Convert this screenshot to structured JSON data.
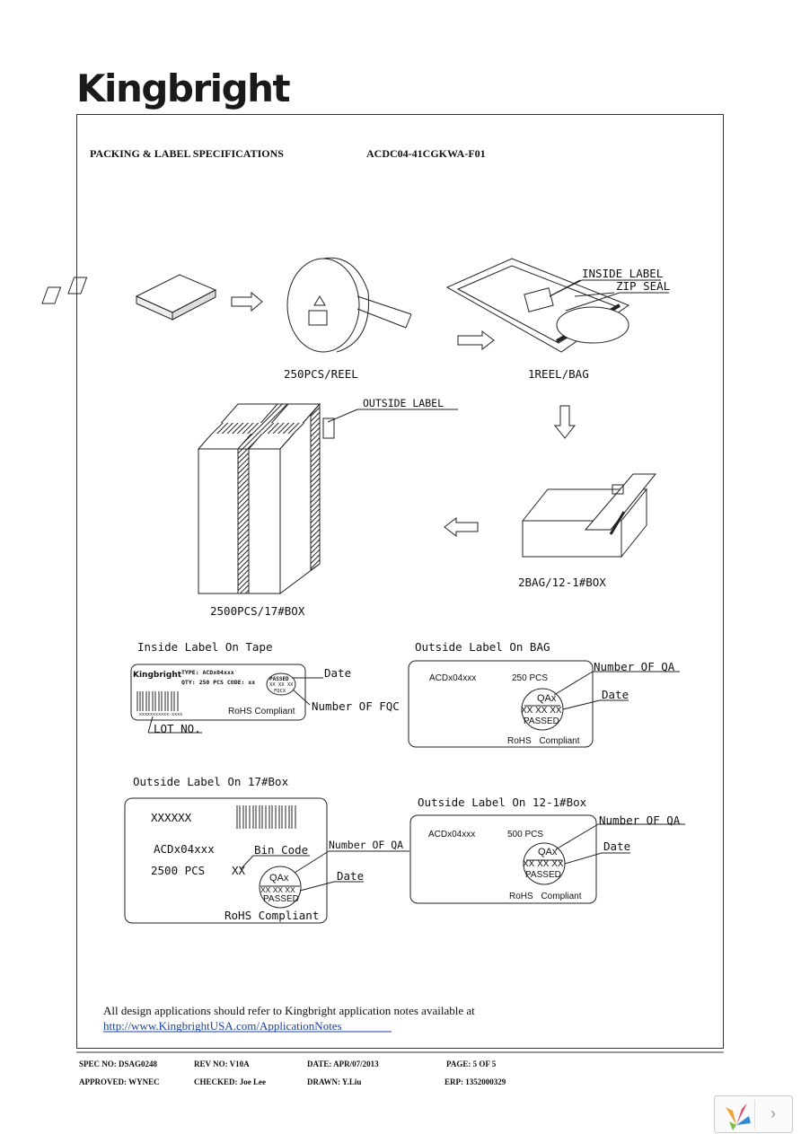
{
  "brand": {
    "logo_text": "Kingbright"
  },
  "header": {
    "section_title": "PACKING & LABEL SPECIFICATIONS",
    "part_number": "ACDC04-41CGKWA-F01"
  },
  "diagram": {
    "reel_caption": "250PCS/REEL",
    "bag_caption": "1REEL/BAG",
    "inside_label": "INSIDE LABEL",
    "zip_seal": "ZIP SEAL",
    "outside_label": "OUTSIDE LABEL",
    "box17_caption": "2500PCS/17#BOX",
    "box12_caption": "2BAG/12-1#BOX"
  },
  "labels": {
    "tape": {
      "title": "Inside Label On Tape",
      "brand": "Kingbright",
      "type": "TYPE: ACDx04xxx",
      "qty": "QTY: 250 PCS   CODE: xx",
      "passed": "PASSED",
      "xx": "XX XX XX",
      "fqcx": "FQCX",
      "lot_code": "xxxxxxxxxxx-xxxx",
      "rohs": "RoHS Compliant",
      "date": "Date",
      "number_fqc": "Number OF FQC",
      "lot_no": "LOT NO."
    },
    "bag": {
      "title": "Outside Label On BAG",
      "part": "ACDx04xxx",
      "qty": "250 PCS",
      "qa": "QAx",
      "xx": "XX XX XX",
      "passed": "PASSED",
      "rohs": "RoHS Compliant",
      "number_qa": "Number OF QA",
      "date": "Date"
    },
    "box17": {
      "title": "Outside Label On 17#Box",
      "code": "XXXXXX",
      "part": "ACDx04xxx",
      "qty": "2500 PCS",
      "bin_code": "Bin Code",
      "bin_xx": "XX",
      "qa": "QAx",
      "xx": "XX XX XX",
      "passed": "PASSED",
      "rohs": "RoHS Compliant",
      "number_qa": "Number OF QA",
      "date": "Date"
    },
    "box12": {
      "title": "Outside Label On 12-1#Box",
      "part": "ACDx04xxx",
      "qty": "500 PCS",
      "qa": "QAx",
      "xx": "XX XX XX",
      "passed": "PASSED",
      "rohs": "RoHS Compliant",
      "number_qa": "Number OF QA",
      "date": "Date"
    }
  },
  "note": {
    "text": "All design applications should refer to Kingbright application notes available at",
    "url": "http://www.KingbrightUSA.com/ApplicationNotes"
  },
  "footer": {
    "spec_no": "SPEC NO: DSAG0248",
    "rev_no": "REV NO: V10A",
    "date": "DATE: APR/07/2013",
    "page": "PAGE: 5  OF 5",
    "approved": "APPROVED: WYNEC",
    "checked": "CHECKED: Joe Lee",
    "drawn": "DRAWN: Y.Liu",
    "erp": "ERP: 1352000329"
  }
}
